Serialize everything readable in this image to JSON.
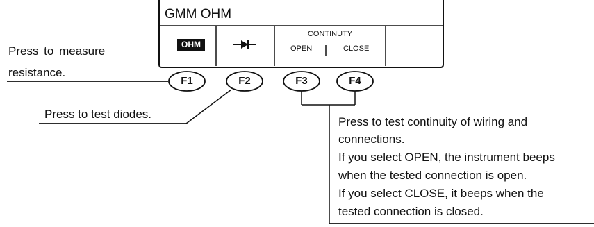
{
  "screen": {
    "title": "GMM OHM",
    "softkeys": {
      "f1": "OHM",
      "f3_title": "CONTINUTY",
      "f3_open": "OPEN",
      "f3_close": "CLOSE"
    }
  },
  "keys": [
    "F1",
    "F2",
    "F3",
    "F4"
  ],
  "icons": {
    "f2_softkey": "diode-icon"
  },
  "callouts": {
    "f1_line1": "Press to measure",
    "f1_line2": "resistance.",
    "f2": "Press to test diodes.",
    "f3f4": [
      "Press to test continuity of wiring and",
      "connections.",
      "If you select OPEN, the instrument beeps",
      "when the tested connection is open.",
      "If you select CLOSE, it beeps when the",
      "tested connection is closed."
    ]
  }
}
